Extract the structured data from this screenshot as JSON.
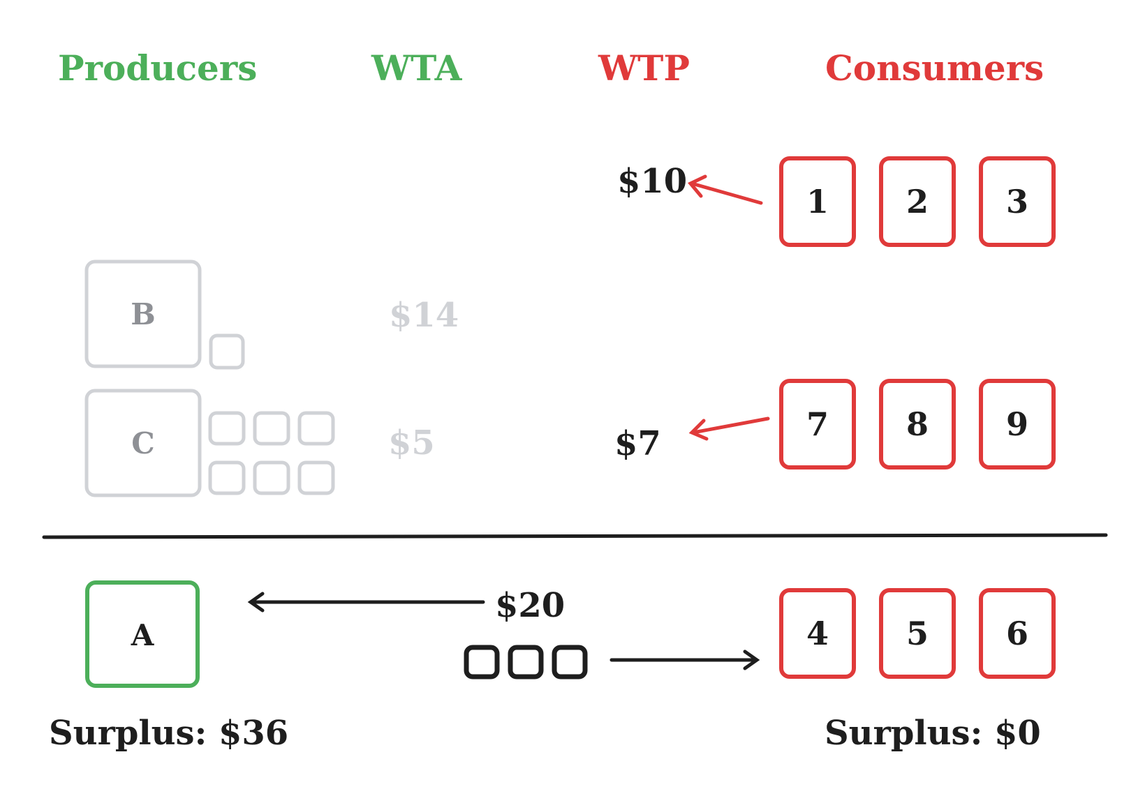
{
  "colors": {
    "producer": "#4CAF5A",
    "consumer": "#E03A3A",
    "faded": "#D0D2D6",
    "faded_text": "#8E9095",
    "ink": "#1E1E1E"
  },
  "headers": {
    "producers": "Producers",
    "wta": "WTA",
    "wtp": "WTP",
    "consumers": "Consumers"
  },
  "producers": [
    {
      "id": "B",
      "wta": "$14",
      "units": 1,
      "state": "faded"
    },
    {
      "id": "C",
      "wta": "$5",
      "units": 6,
      "state": "faded"
    },
    {
      "id": "A",
      "units": 0,
      "state": "active"
    }
  ],
  "consumers": {
    "top_group": [
      "1",
      "2",
      "3"
    ],
    "middle_group": [
      "7",
      "8",
      "9"
    ],
    "bottom_group": [
      "4",
      "5",
      "6"
    ]
  },
  "wtp": {
    "top": "$10",
    "middle": "$7"
  },
  "transaction": {
    "price": "$20",
    "units": 3
  },
  "surplus": {
    "producer": "Surplus: $36",
    "consumer": "Surplus: $0"
  }
}
